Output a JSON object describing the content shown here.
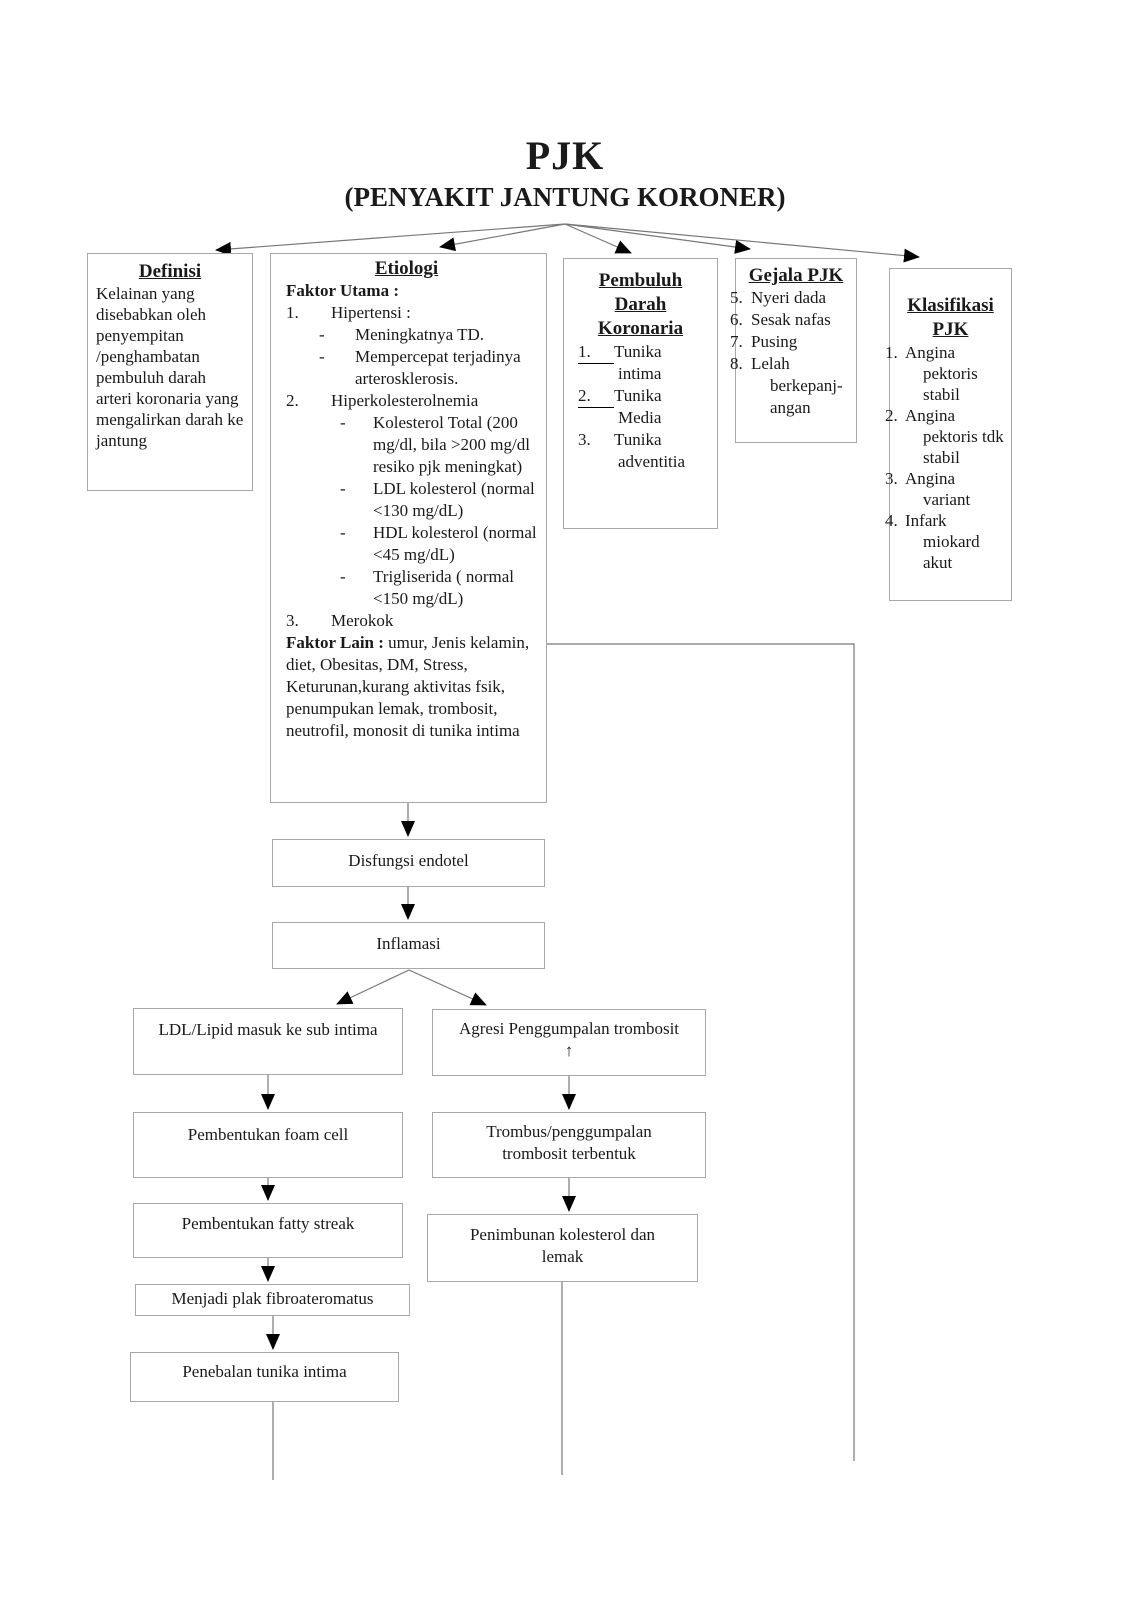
{
  "title": {
    "main": "PJK",
    "subtitle": "(PENYAKIT JANTUNG KORONER)"
  },
  "colors": {
    "box_border": "#a8a8a8",
    "connector_line": "#777777",
    "arrowhead": "#000000",
    "text": "#1a1a1a",
    "background": "#ffffff"
  },
  "definisi": {
    "title": "Definisi",
    "body": "Kelainan yang disebabkan oleh penyempitan /penghambatan pembuluh darah arteri koronaria yang mengalirkan darah ke jantung"
  },
  "etiologi": {
    "title": "Etiologi",
    "faktor_utama_label": "Faktor Utama :",
    "sections": [
      {
        "type": "num",
        "mark": "1.",
        "text": "Hipertensi :"
      },
      {
        "type": "dash1",
        "mark": "-",
        "text": "Meningkatnya TD."
      },
      {
        "type": "dash1",
        "mark": "-",
        "text": "Mempercepat terjadinya arterosklerosis."
      },
      {
        "type": "num",
        "mark": "2.",
        "text": "Hiperkolesterolnemia"
      },
      {
        "type": "dash2",
        "mark": "-",
        "text": "Kolesterol Total (200 mg/dl, bila >200 mg/dl resiko pjk meningkat)"
      },
      {
        "type": "dash2",
        "mark": "-",
        "text": "LDL kolesterol (normal <130 mg/dL)"
      },
      {
        "type": "dash2",
        "mark": "-",
        "text": "HDL kolesterol (normal <45 mg/dL)"
      },
      {
        "type": "dash2",
        "mark": "-",
        "text": "Trigliserida ( normal <150 mg/dL)"
      },
      {
        "type": "num",
        "mark": "3.",
        "text": "Merokok"
      }
    ],
    "faktor_lain_label": "Faktor Lain :",
    "faktor_lain_text": " umur, Jenis kelamin, diet, Obesitas, DM, Stress, Keturunan,kurang aktivitas fsik, penumpukan lemak, trombosit, neutrofil, monosit di tunika intima"
  },
  "pembuluh": {
    "title_lines": [
      "Pembuluh",
      "Darah",
      "Koronaria"
    ],
    "items": [
      {
        "num": "1.",
        "underline": true,
        "lines": [
          "Tunika",
          "intima"
        ]
      },
      {
        "num": "2.",
        "underline": true,
        "lines": [
          "Tunika",
          "Media"
        ]
      },
      {
        "num": "3.",
        "underline": false,
        "lines": [
          "Tunika",
          "adventitia"
        ]
      }
    ]
  },
  "gejala": {
    "title": "Gejala PJK",
    "items": [
      {
        "num": "5.",
        "lines": [
          "Nyeri dada"
        ]
      },
      {
        "num": "6.",
        "lines": [
          "Sesak nafas"
        ]
      },
      {
        "num": "7.",
        "lines": [
          "Pusing"
        ]
      },
      {
        "num": "8.",
        "lines": [
          "Lelah",
          "berkepanj-",
          "angan"
        ]
      }
    ]
  },
  "klasifikasi": {
    "title_lines": [
      "Klasifikasi",
      "PJK"
    ],
    "items": [
      {
        "num": "1.",
        "lines": [
          "Angina",
          "pektoris",
          "stabil"
        ]
      },
      {
        "num": "2.",
        "lines": [
          "Angina",
          "pektoris tdk",
          "stabil"
        ]
      },
      {
        "num": "3.",
        "lines": [
          "Angina",
          "variant"
        ]
      },
      {
        "num": "4.",
        "lines": [
          "Infark",
          "miokard",
          "akut"
        ]
      }
    ]
  },
  "flow": {
    "disfungsi": "Disfungsi endotel",
    "inflamasi": "Inflamasi",
    "ldl": "LDL/Lipid masuk ke sub intima",
    "agresi_line1": "Agresi Penggumpalan trombosit",
    "agresi_line2": "↑",
    "foam": "Pembentukan foam cell",
    "trombus": "Trombus/penggumpalan trombosit terbentuk",
    "fatty": "Pembentukan fatty streak",
    "penimbunan": "Penimbunan kolesterol dan lemak",
    "menjadi": "Menjadi plak fibroateromatus",
    "penebalan": "Penebalan tunika intima"
  }
}
